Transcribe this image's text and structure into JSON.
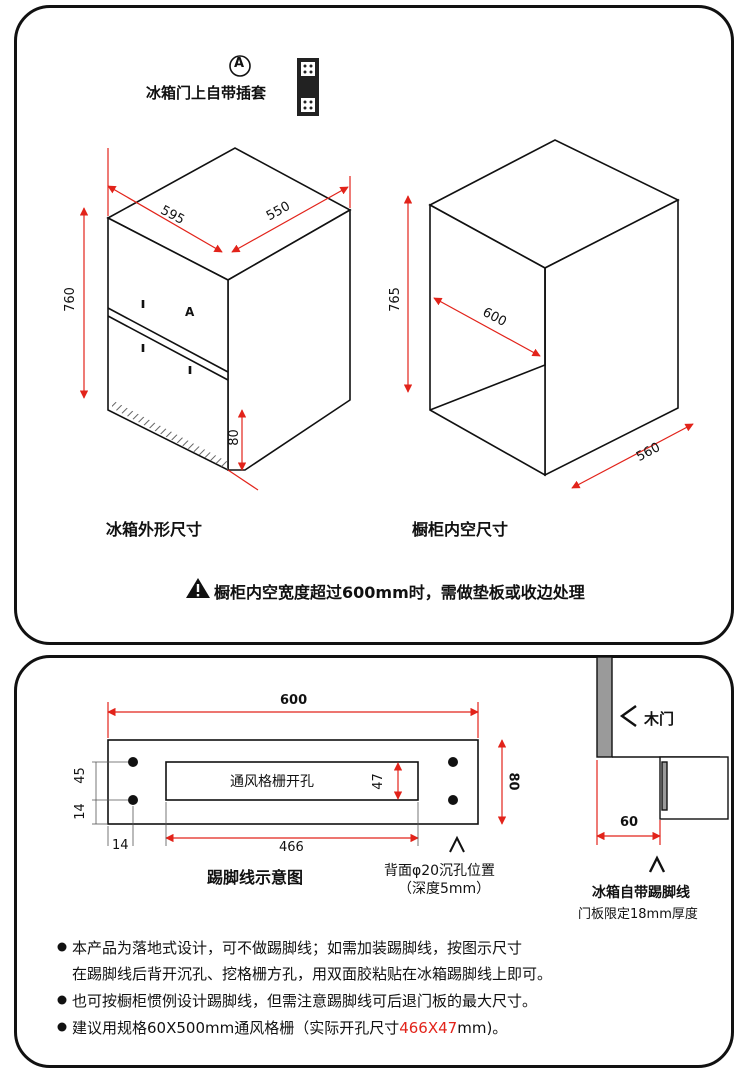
{
  "insert": {
    "marker": "A",
    "label": "冰箱门上自带插套"
  },
  "fridge": {
    "width": "595",
    "depth": "550",
    "height": "760",
    "plinth_height": "80",
    "door_marker": "A",
    "caption": "冰箱外形尺寸"
  },
  "cabinet": {
    "height": "765",
    "width": "600",
    "depth": "560",
    "caption": "橱柜内空尺寸"
  },
  "warning": "橱柜内空宽度超过600mm时，需做垫板或收边处理",
  "plinth": {
    "width": "600",
    "height": "80",
    "grille_label": "通风格栅开孔",
    "grille_height": "47",
    "grille_width": "466",
    "dim_45": "45",
    "dim_14v": "14",
    "dim_14h": "14",
    "caption": "踢脚线示意图",
    "hole_note_1": "背面φ20沉孔位置",
    "hole_note_2": "（深度5mm）"
  },
  "side": {
    "door_label": "木门",
    "offset": "60",
    "caption": "冰箱自带踢脚线",
    "sub": "门板限定18mm厚度"
  },
  "notes": {
    "line1": "本产品为落地式设计，可不做踢脚线；如需加装踢脚线，按图示尺寸",
    "line1b": "在踢脚线后背开沉孔、挖格栅方孔，用双面胶粘贴在冰箱踢脚线上即可。",
    "line2": "也可按橱柜惯例设计踢脚线，但需注意踢脚线可后退门板的最大尺寸。",
    "line3_pre": "建议用规格60X500mm通风格栅（实际开孔尺寸",
    "line3_red": "466X47",
    "line3_post": "mm)。"
  },
  "colors": {
    "accent": "#e2231a",
    "ink": "#111111",
    "gray": "#9a9a9a"
  }
}
